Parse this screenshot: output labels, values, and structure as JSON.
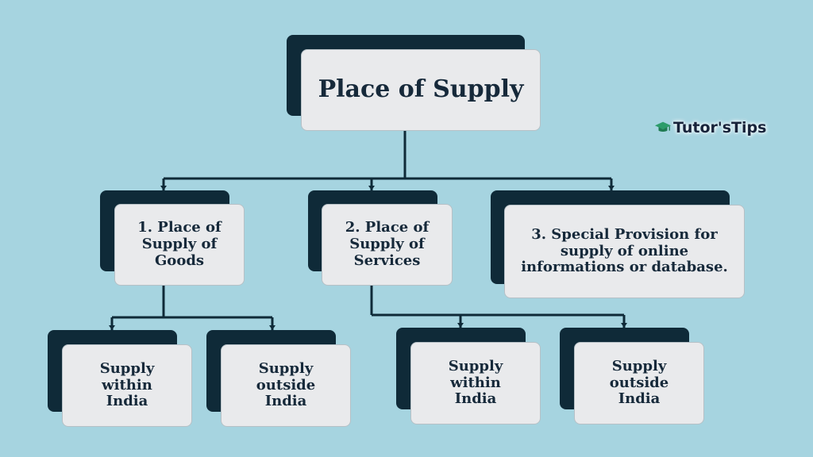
{
  "colors": {
    "background": "#a6d4e0",
    "shadow": "#0f2a38",
    "card": "#e9eaec",
    "text": "#16293a",
    "connector": "#0f2a38"
  },
  "root": {
    "label": "Place of Supply"
  },
  "branches": [
    {
      "label": "1. Place of\nSupply of\nGoods",
      "children": [
        {
          "label": "Supply within\nIndia"
        },
        {
          "label": "Supply outside\nIndia"
        }
      ]
    },
    {
      "label": "2. Place of\nSupply of\nServices",
      "children": [
        {
          "label": "Supply within\nIndia"
        },
        {
          "label": "Supply outside\nIndia"
        }
      ]
    },
    {
      "label": "3. Special Provision for\nsupply of online\ninformations or database.",
      "children": []
    }
  ],
  "logo": {
    "text": "Tutor'sTips",
    "icon": "graduation-cap-icon"
  }
}
